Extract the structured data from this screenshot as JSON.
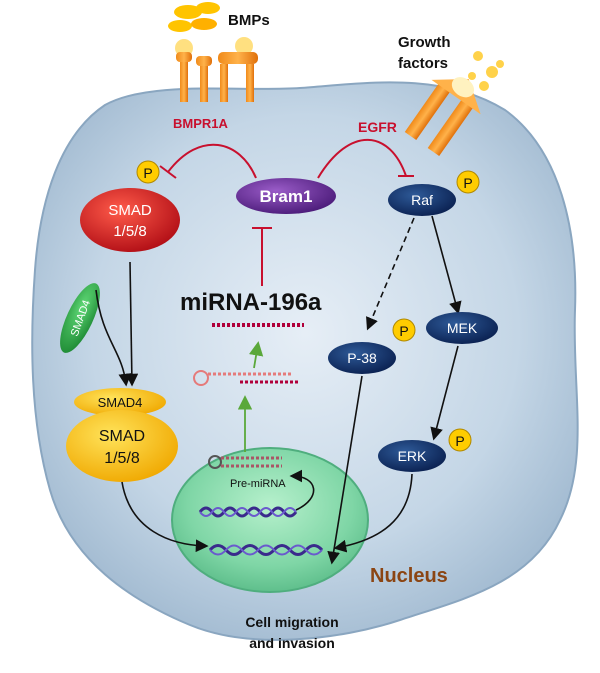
{
  "ligands": {
    "bmps": "BMPs",
    "growth_factors_line1": "Growth",
    "growth_factors_line2": "factors"
  },
  "receptors": {
    "bmpr1a": "BMPR1A",
    "egfr": "EGFR"
  },
  "nodes": {
    "smad158_top_line1": "SMAD",
    "smad158_top_line2": "1/5/8",
    "bram1": "Bram1",
    "raf": "Raf",
    "smad4_free": "SMAD4",
    "smad4_complex": "SMAD4",
    "smad158_bottom_line1": "SMAD",
    "smad158_bottom_line2": "1/5/8",
    "p38": "P-38",
    "mek": "MEK",
    "erk": "ERK"
  },
  "phospho": "P",
  "mirna": {
    "title": "miRNA-196a",
    "pre_mirna": "Pre-miRNA"
  },
  "compartments": {
    "nucleus": "Nucleus"
  },
  "outcome": {
    "line1": "Cell migration",
    "line2": "and invasion"
  },
  "colors": {
    "inhibition": "#c8102e",
    "smad_red": "#c8102e",
    "bram_purple": "#6a2e98",
    "kinase_navy": "#0b2a5c",
    "smad4_green": "#2aa845",
    "smad_yellow": "#f6c000",
    "phospho_yellow": "#ffcc00",
    "cell": "#b8cde0",
    "nucleus": "#7fd8a8",
    "mirna_strand": "#b0003a",
    "dna": "#3a2a8c",
    "arrow_green": "#5aa83a",
    "nucleus_label": "#8b4513"
  }
}
